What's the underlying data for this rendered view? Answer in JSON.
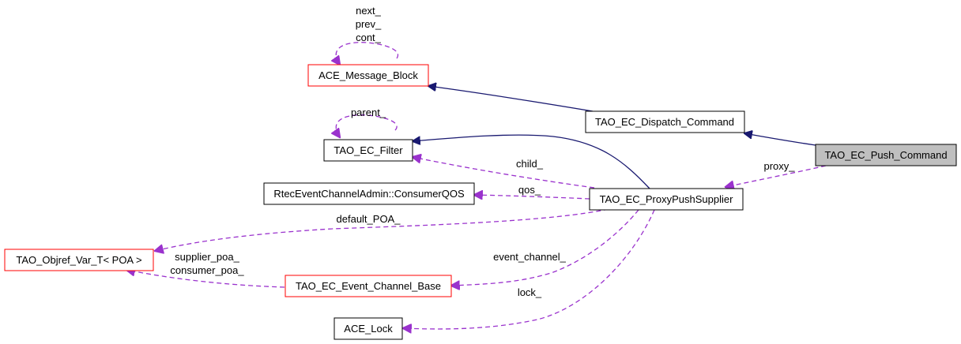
{
  "colors": {
    "inheritance": "#191970",
    "usage": "#9a32cd",
    "box_default": "#000000",
    "box_incomplete": "#ff0000",
    "box_focus_fill": "#bfbfbf"
  },
  "nodes": {
    "push_command": "TAO_EC_Push_Command",
    "dispatch_command": "TAO_EC_Dispatch_Command",
    "message_block": "ACE_Message_Block",
    "ec_filter": "TAO_EC_Filter",
    "consumer_qos": "RtecEventChannelAdmin::ConsumerQOS",
    "proxy_push_supplier": "TAO_EC_ProxyPushSupplier",
    "objref_var": "TAO_Objref_Var_T< POA >",
    "event_channel_base": "TAO_EC_Event_Channel_Base",
    "ace_lock": "ACE_Lock"
  },
  "edge_labels": {
    "mb_next": "next_",
    "mb_prev": "prev_",
    "mb_cont": "cont_",
    "filter_parent": "parent_",
    "child": "child_",
    "qos": "qos_",
    "proxy": "proxy_",
    "default_poa": "default_POA_",
    "supplier_poa": "supplier_poa_",
    "consumer_poa": "consumer_poa_",
    "event_channel": "event_channel_",
    "lock": "lock_"
  }
}
